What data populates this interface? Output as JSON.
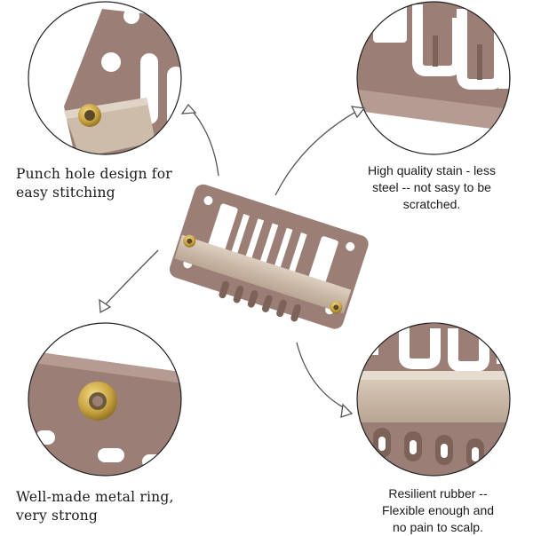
{
  "captions": {
    "punch_hole": "Punch hole design for\n easy stitching",
    "stain_steel": "High quality stain - less\nsteel -- not sasy to be\nscratched.",
    "metal_ring": "Well-made metal ring,\nvery strong",
    "rubber": "Resilient rubber --\nFlexible enough and\nno pain to scalp."
  },
  "colors": {
    "clip_metal": "#9b7f76",
    "clip_dark": "#7d6259",
    "rubber_strip": "#cdbcaa",
    "ring_gold": "#c9a441",
    "circle_outline": "#222222"
  }
}
